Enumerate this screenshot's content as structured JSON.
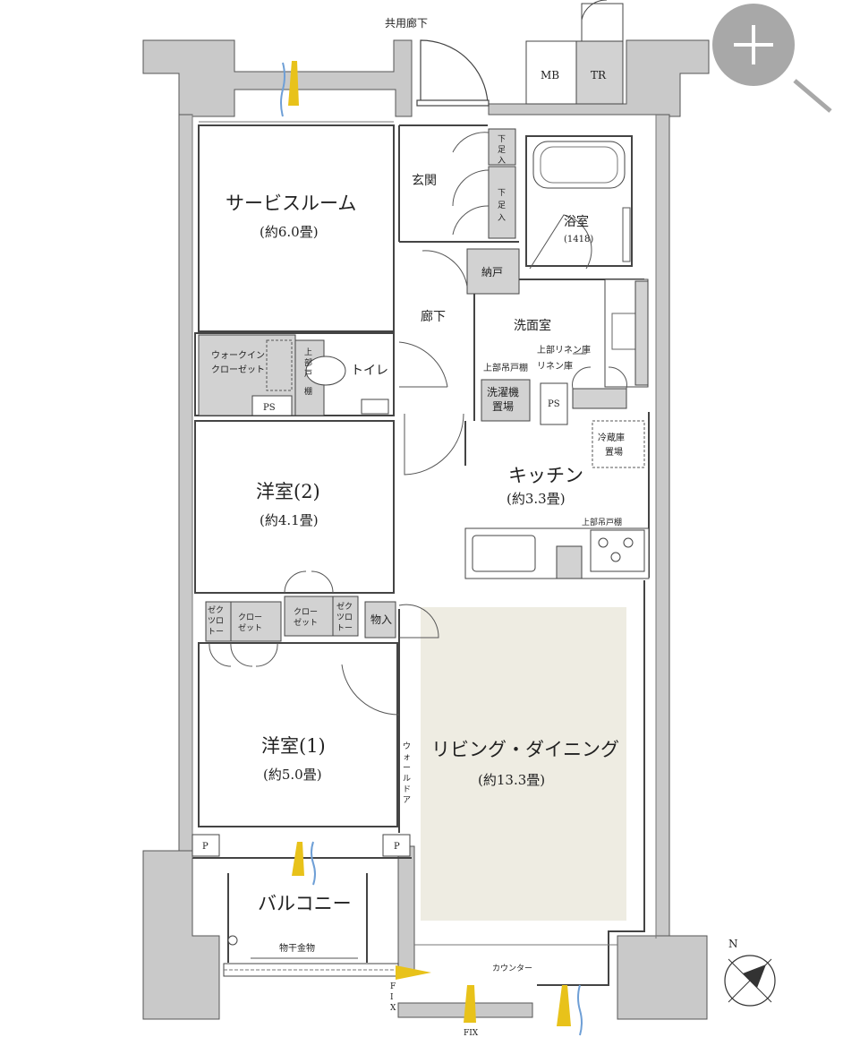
{
  "colors": {
    "wall": "#c9c9c9",
    "wall_stroke": "#555555",
    "ldk_fill": "#eeece2",
    "storage_fill": "#d2d2d2",
    "arrow_yellow": "#e8c21a",
    "arrow_blue": "#6e9fd6",
    "zoom_bg": "#a8a8a8"
  },
  "labels": {
    "corridor_common": "共用廊下",
    "mb": "MB",
    "tr": "TR",
    "genkan": "玄関",
    "shoe1_a": "下",
    "shoe1_b": "足",
    "shoe1_c": "入",
    "shoe2_a": "下",
    "shoe2_b": "足",
    "shoe2_c": "入",
    "bath": "浴室",
    "bath_size": "(1418)",
    "nando": "納戸",
    "hallway": "廊下",
    "service_room": "サービスルーム",
    "service_room_area": "(約6.0畳)",
    "senmen": "洗面室",
    "linen_upper": "上部リネン庫",
    "linen": "リネン庫",
    "upper_cabinet_1": "上部吊戸棚",
    "wic_1": "ウォークイン",
    "wic_2": "クローゼット",
    "joubu_a": "上",
    "joubu_b": "部",
    "joubu_c": "戸",
    "joubu_d": "棚",
    "toilet": "トイレ",
    "ps1": "PS",
    "ps2": "PS",
    "washer_1": "洗濯機",
    "washer_2": "置場",
    "fridge_1": "冷蔵庫",
    "fridge_2": "置場",
    "kitchen": "キッチン",
    "kitchen_area": "(約3.3畳)",
    "upper_cabinet_2": "上部吊戸棚",
    "room2": "洋室(2)",
    "room2_area": "(約4.1畳)",
    "closet_a1": "クロー",
    "closet_a2": "ゼット",
    "zek_a1": "ゼク",
    "zek_a2": "ツロ",
    "zek_a3": "トー",
    "closet_b1": "クロー",
    "closet_b2": "ゼット",
    "zek_b1": "ゼク",
    "zek_b2": "ツロ",
    "zek_b3": "トー",
    "monoire": "物入",
    "room1": "洋室(1)",
    "room1_area": "(約5.0畳)",
    "wall_door_1": "ウ",
    "wall_door_2": "ォ",
    "wall_door_3": "ー",
    "wall_door_4": "ル",
    "wall_door_5": "ド",
    "wall_door_6": "ア",
    "ldk": "リビング・ダイニング",
    "ldk_area": "(約13.3畳)",
    "p1": "P",
    "p2": "P",
    "balcony": "バルコニー",
    "hoshi": "物干金物",
    "counter": "カウンター",
    "fix_v1": "F",
    "fix_v2": "I",
    "fix_v3": "X",
    "fix_bottom": "FIX",
    "north": "N"
  },
  "zoom": {
    "icon": "magnifier-plus-icon"
  }
}
